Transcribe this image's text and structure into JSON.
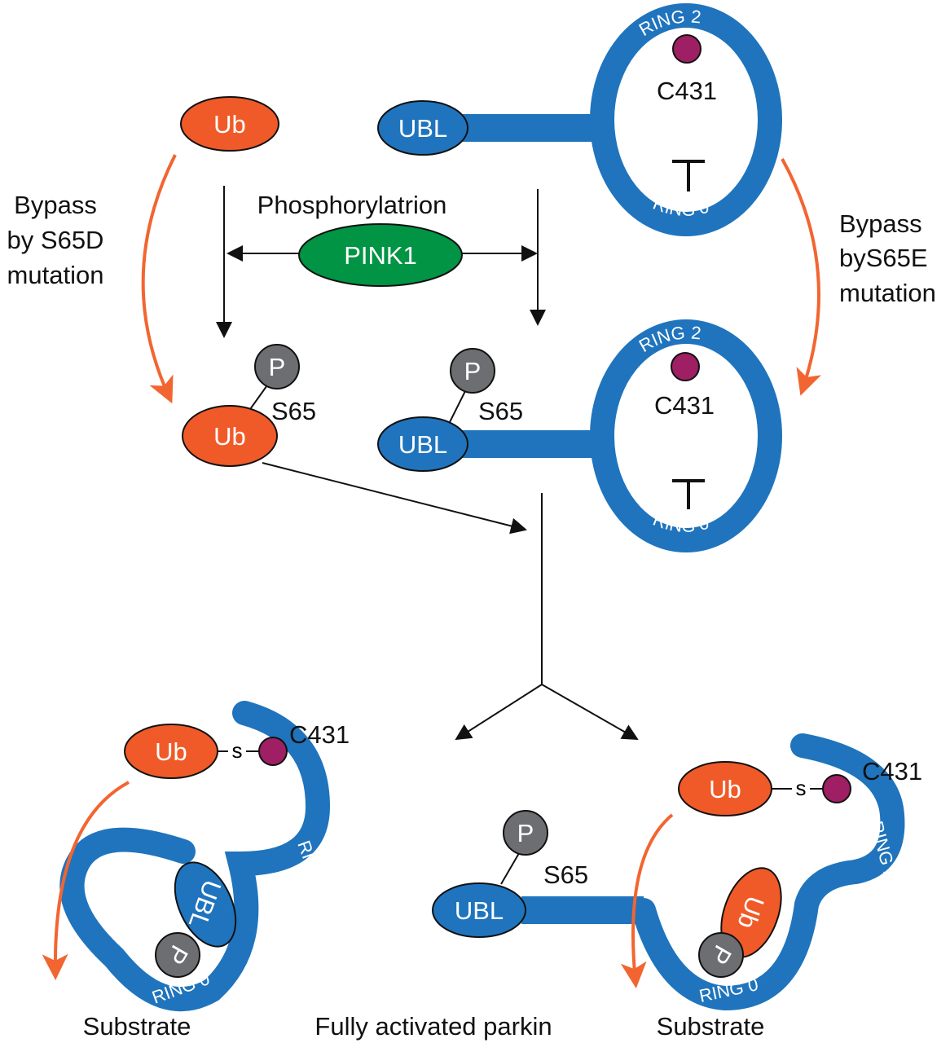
{
  "colors": {
    "ring": "#1f74bd",
    "ub": "#f05a28",
    "pink1": "#009444",
    "cys": "#9e1f63",
    "phospho": "#6d6e71",
    "bypass_arrow": "#f26531"
  },
  "labels": {
    "ub": "Ub",
    "ubl": "UBL",
    "p": "P",
    "s65": "S65",
    "c431": "C431",
    "ring2": "RING 2",
    "ring0": "RING 0",
    "s": "s",
    "pink1": "PINK1",
    "phosphorylation": "Phosphorylatrion",
    "bypass_left": [
      "Bypass",
      "by S65D",
      "mutation"
    ],
    "bypass_right": [
      "Bypass",
      "byS65E",
      "mutation"
    ],
    "substrate": "Substrate",
    "fully_activated": "Fully activated parkin"
  }
}
